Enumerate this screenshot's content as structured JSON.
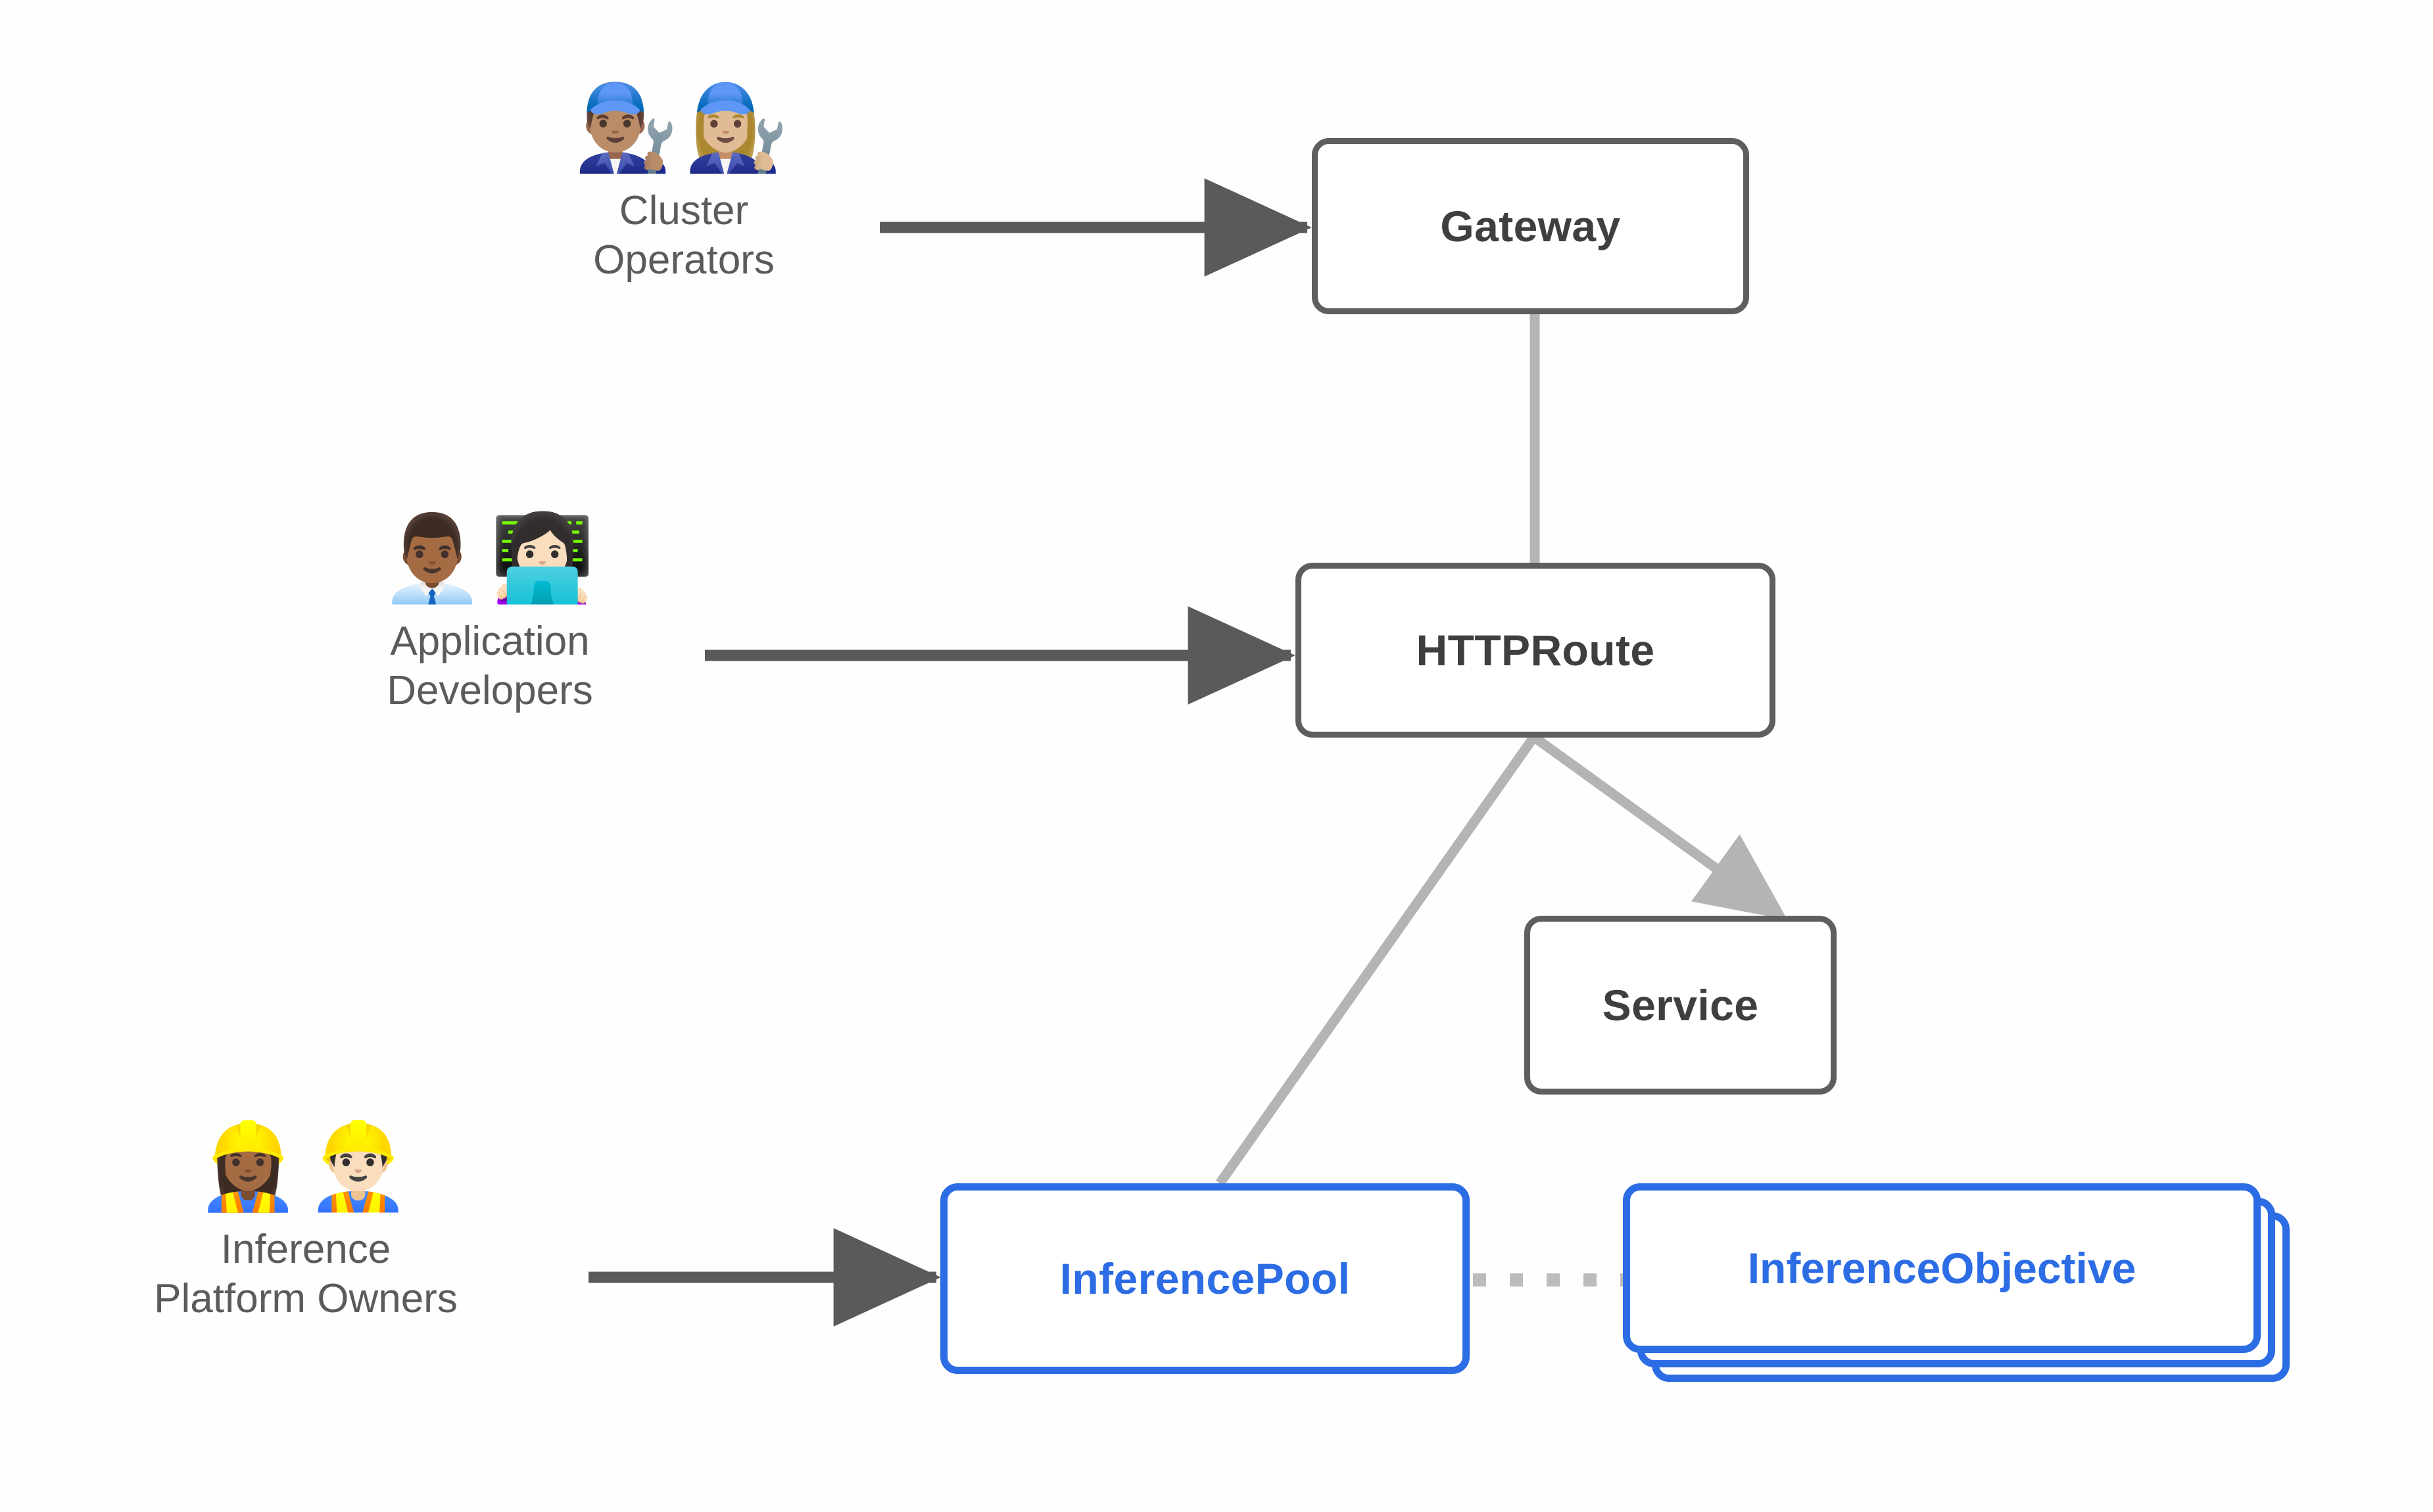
{
  "diagram": {
    "title": "Gateway API Inference Extension resource model",
    "colors": {
      "background": "#fefefe",
      "core_border": "#5e5e5e",
      "core_text": "#3f3f3f",
      "accent_border": "#2c6ce4",
      "accent_text": "#2c6ce4",
      "solid_arrow": "#5a5a5a",
      "relation_line": "#b4b4b4",
      "dotted_line": "#bcbcbc",
      "persona_text": "#5b5b5b"
    },
    "personas": [
      {
        "id": "cluster-operators",
        "label": "Cluster\nOperators",
        "emojis": "👨🏽‍🔧👩🏼‍🔧",
        "icon_names": [
          "man-mechanic-icon",
          "woman-mechanic-icon"
        ],
        "targets": [
          "gateway"
        ]
      },
      {
        "id": "application-developers",
        "label": "Application\nDevelopers",
        "emojis": "👨🏾‍💼👩🏻‍💻",
        "icon_names": [
          "man-office-worker-icon",
          "woman-technologist-icon"
        ],
        "targets": [
          "httproute"
        ]
      },
      {
        "id": "inference-platform-owners",
        "label": "Inference\nPlatform Owners",
        "emojis": "👷🏾‍♀️👷🏻‍♂️",
        "icon_names": [
          "woman-construction-worker-icon",
          "man-construction-worker-icon"
        ],
        "targets": [
          "inferencepool"
        ]
      }
    ],
    "nodes": [
      {
        "id": "gateway",
        "label": "Gateway",
        "style": "core",
        "stacked": false
      },
      {
        "id": "httproute",
        "label": "HTTPRoute",
        "style": "core",
        "stacked": false
      },
      {
        "id": "service",
        "label": "Service",
        "style": "core",
        "stacked": false
      },
      {
        "id": "inferencepool",
        "label": "InferencePool",
        "style": "accent",
        "stacked": false
      },
      {
        "id": "inferenceobjective",
        "label": "InferenceObjective",
        "style": "accent",
        "stacked": true,
        "stack_count": 3
      }
    ],
    "edges": [
      {
        "from": "cluster-operators",
        "to": "gateway",
        "kind": "arrow"
      },
      {
        "from": "application-developers",
        "to": "httproute",
        "kind": "arrow"
      },
      {
        "from": "inference-platform-owners",
        "to": "inferencepool",
        "kind": "arrow"
      },
      {
        "from": "gateway",
        "to": "httproute",
        "kind": "line"
      },
      {
        "from": "httproute",
        "to": "service",
        "kind": "line-arrow"
      },
      {
        "from": "httproute",
        "to": "inferencepool",
        "kind": "line"
      },
      {
        "from": "inferencepool",
        "to": "inferenceobjective",
        "kind": "dotted"
      }
    ]
  }
}
